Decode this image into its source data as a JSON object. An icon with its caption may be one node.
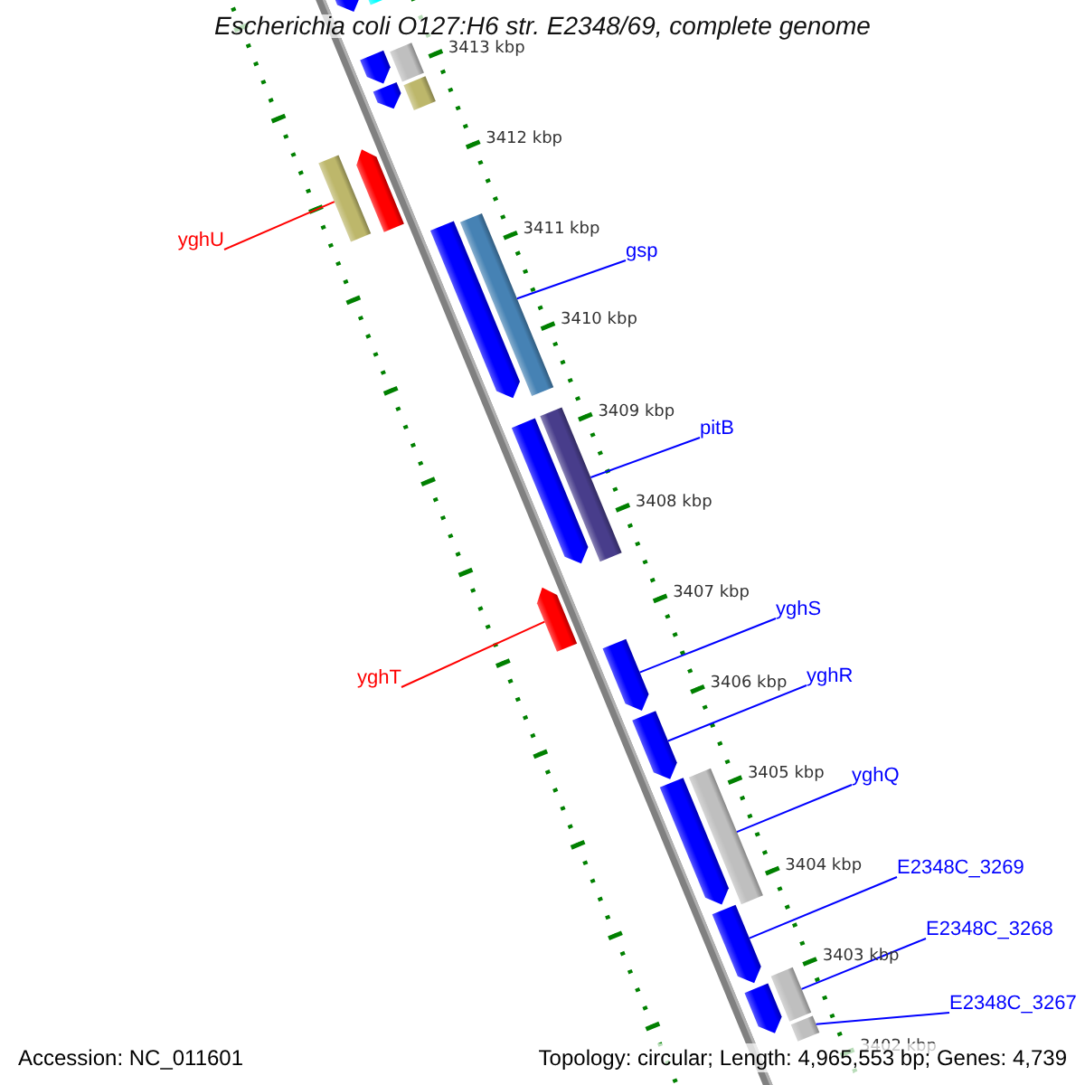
{
  "diagram": {
    "title": "Escherichia coli O127:H6 str. E2348/69, complete genome",
    "nodes": [
      {
        "text": [
          "yghU"
        ]
      },
      {
        "text": [
          "gsp"
        ]
      },
      {
        "text": [
          "pitB"
        ]
      },
      {
        "text": [
          "yghS"
        ]
      },
      {
        "text": [
          "yghT"
        ]
      },
      {
        "text": [
          "yghR"
        ]
      },
      {
        "text": [
          "yghQ"
        ]
      },
      {
        "text": [
          "E2348C_3269"
        ]
      },
      {
        "text": [
          "E2348C_3268"
        ]
      },
      {
        "text": [
          "E2348C_3267"
        ]
      },
      {
        "text": [],
        "shape": "arrow"
      },
      {
        "text": [],
        "shape": "bar"
      },
      {
        "text": [],
        "shape": "arrow"
      },
      {
        "text": [],
        "shape": "bar"
      },
      {
        "text": [],
        "shape": "arrow"
      },
      {
        "text": [],
        "shape": "bar"
      },
      {
        "text": [],
        "shape": "bar"
      },
      {
        "text": [],
        "shape": "arrow"
      },
      {
        "text": [],
        "shape": "arrow"
      },
      {
        "text": [],
        "shape": "bar"
      },
      {
        "text": [],
        "shape": "arrow"
      },
      {
        "text": [],
        "shape": "bar"
      },
      {
        "text": [],
        "shape": "arrow"
      },
      {
        "text": [],
        "shape": "arrow"
      },
      {
        "text": [],
        "shape": "arrow"
      },
      {
        "text": [],
        "shape": "arrow"
      },
      {
        "text": [],
        "shape": "bar"
      },
      {
        "text": [],
        "shape": "arrow"
      },
      {
        "text": [],
        "shape": "bar"
      },
      {
        "text": [],
        "shape": "arrow"
      },
      {
        "text": [],
        "shape": "bar"
      }
    ],
    "edges": [
      {
        "from": 0,
        "to": 16,
        "arrow": "none",
        "color": "#ff0000"
      },
      {
        "from": 1,
        "to": 19,
        "arrow": "none"
      },
      {
        "from": 2,
        "to": 21,
        "arrow": "none"
      },
      {
        "from": 3,
        "to": 23,
        "arrow": "none"
      },
      {
        "from": 4,
        "to": 22,
        "arrow": "none",
        "color": "#ff0000"
      },
      {
        "from": 5,
        "to": 24,
        "arrow": "none"
      },
      {
        "from": 6,
        "to": 26,
        "arrow": "none"
      },
      {
        "from": 7,
        "to": 27,
        "arrow": "none"
      },
      {
        "from": 8,
        "to": 28,
        "arrow": "none"
      },
      {
        "from": 9,
        "to": 30,
        "arrow": "none"
      }
    ],
    "labels": [
      "3413 kbp",
      "3412 kbp",
      "3411 kbp",
      "3410 kbp",
      "3409 kbp",
      "3408 kbp",
      "3407 kbp",
      "3406 kbp",
      "3405 kbp",
      "3404 kbp",
      "3403 kbp",
      "3402 kbp",
      "Accession: NC_011601",
      "Topology: circular; Length: 4,965,553 bp; Genes: 4,739"
    ]
  }
}
